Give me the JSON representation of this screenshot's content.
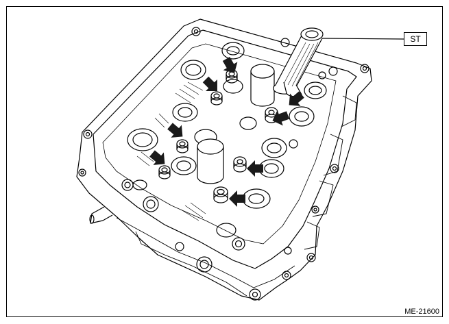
{
  "labels": {
    "tool_callout": "ST",
    "figure_id": "ME-21600"
  },
  "arrows": [
    {
      "name": "arrow-1"
    },
    {
      "name": "arrow-2"
    },
    {
      "name": "arrow-3"
    },
    {
      "name": "arrow-4"
    },
    {
      "name": "arrow-5"
    },
    {
      "name": "arrow-6"
    },
    {
      "name": "arrow-7"
    },
    {
      "name": "arrow-8"
    }
  ],
  "colors": {
    "line": "#000000",
    "background": "#ffffff",
    "arrow_fill": "#1a1a1a"
  }
}
